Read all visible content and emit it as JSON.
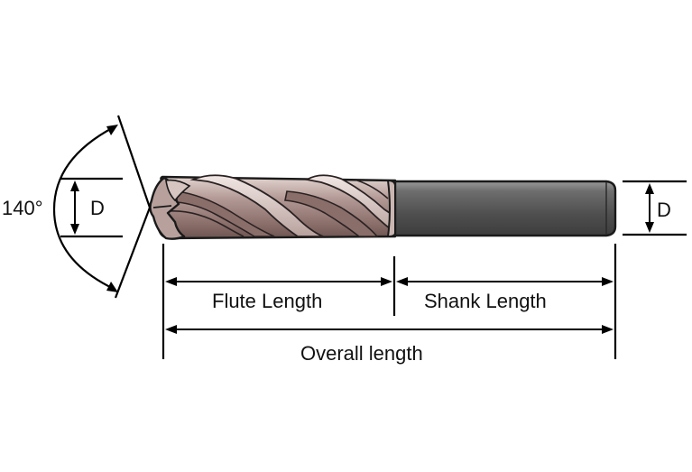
{
  "labels": {
    "angle": "140°",
    "diameter_left": "D",
    "diameter_right": "D",
    "flute_length": "Flute Length",
    "shank_length": "Shank Length",
    "overall_length": "Overall length"
  },
  "colors": {
    "flute_body": "#9c7f7c",
    "flute_highlight": "#d8c6c2",
    "flute_shadow": "#6e5552",
    "shank_body": "#555555",
    "shank_highlight": "#8a8a8a",
    "line": "#000000"
  }
}
